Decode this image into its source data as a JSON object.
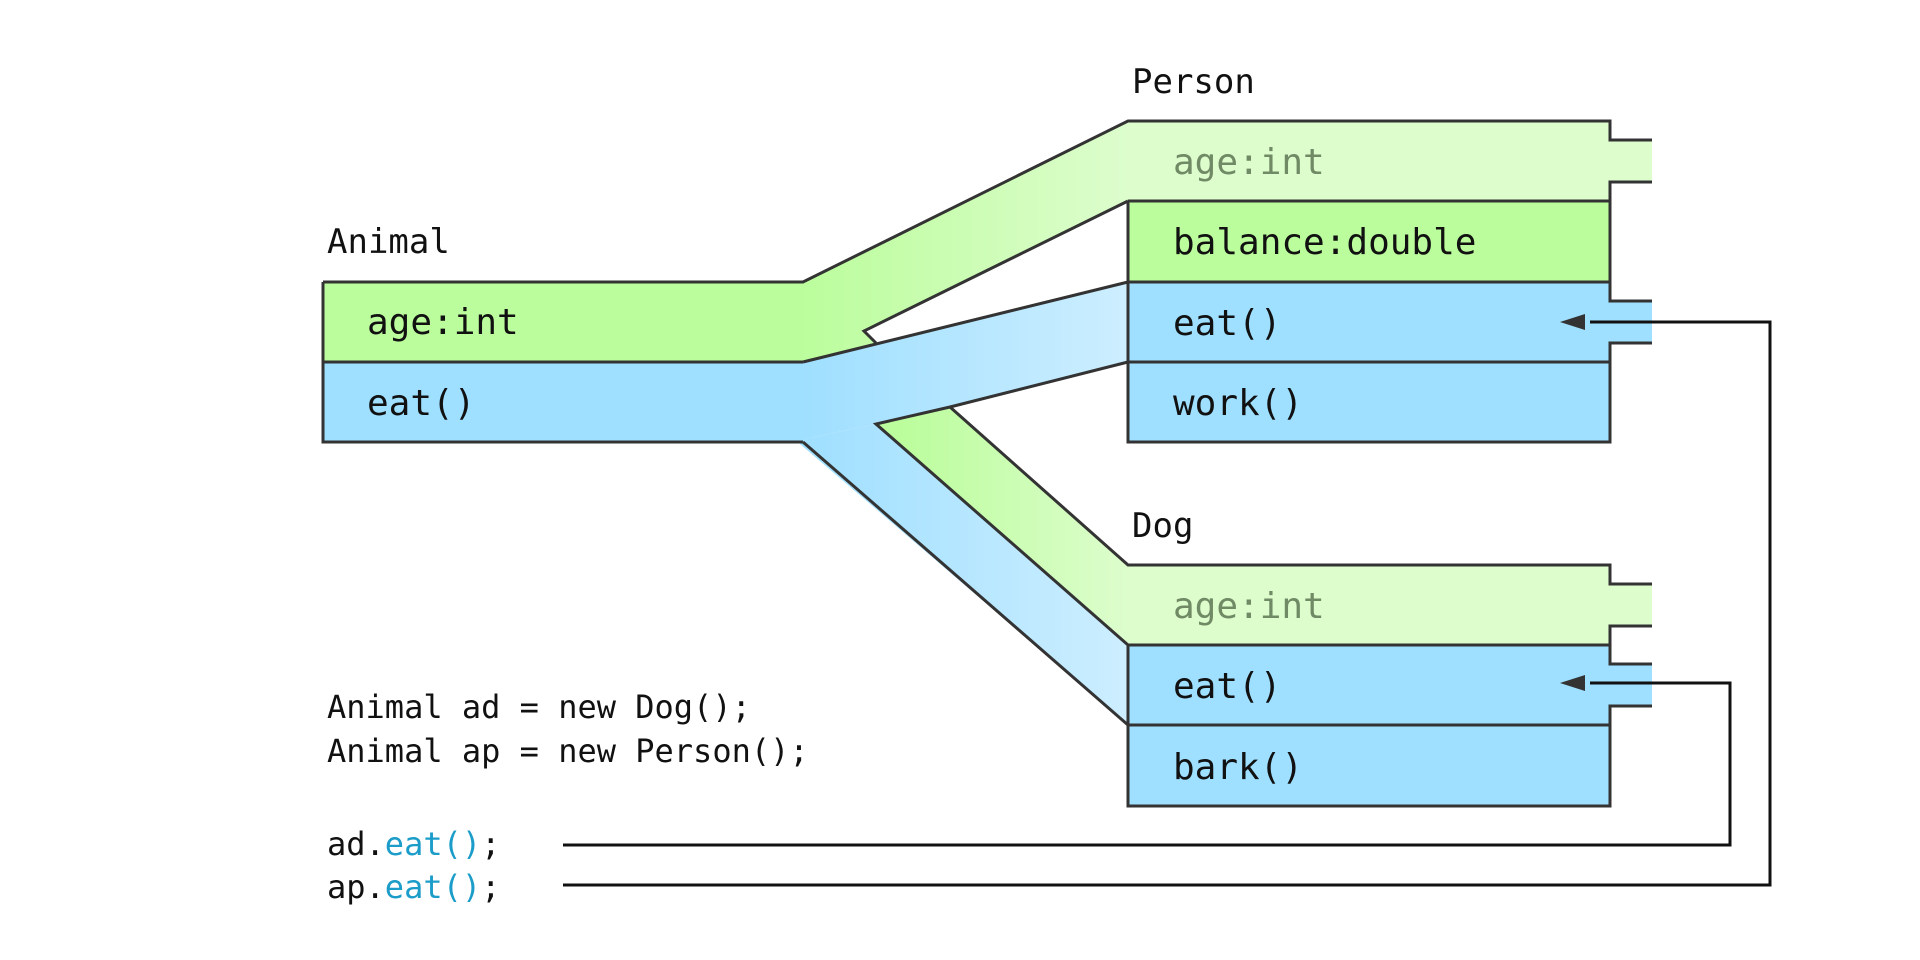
{
  "classes": {
    "animal": {
      "name": "Animal",
      "fields": [
        "age:int",
        "eat()"
      ]
    },
    "person": {
      "name": "Person",
      "fields": [
        "age:int",
        "balance:double",
        "eat()",
        "work()"
      ]
    },
    "dog": {
      "name": "Dog",
      "fields": [
        "age:int",
        "eat()",
        "bark()"
      ]
    }
  },
  "code": {
    "decl_dog": "Animal ad = new Dog();",
    "decl_person": "Animal ap = new Person();",
    "call_dog_obj": "ad.",
    "call_dog_method": "eat()",
    "call_dog_end": ";",
    "call_person_obj": "ap.",
    "call_person_method": "eat()",
    "call_person_end": ";"
  },
  "colors": {
    "field_green": "#bbfd9c",
    "field_green_light": "#ddfdcd",
    "method_blue": "#9fdfff",
    "method_blue_light": "#cdeeff",
    "stroke": "#333333",
    "call_text": "#1b9cc9"
  }
}
